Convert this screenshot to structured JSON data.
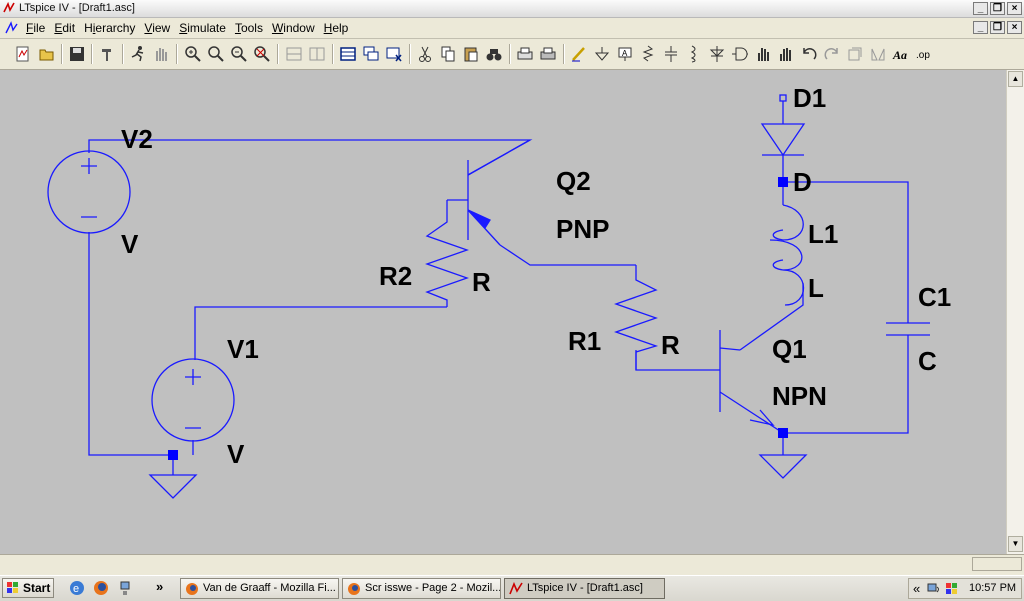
{
  "window": {
    "title": "LTspice IV - [Draft1.asc]"
  },
  "menu": {
    "items": [
      "File",
      "Edit",
      "Hierarchy",
      "View",
      "Simulate",
      "Tools",
      "Window",
      "Help"
    ],
    "underline": [
      "F",
      "E",
      "i",
      "V",
      "S",
      "T",
      "W",
      "H"
    ]
  },
  "schematic": {
    "labels": {
      "v2_name": "V2",
      "v2_value": "V",
      "v1_name": "V1",
      "v1_value": "V",
      "q2_name": "Q2",
      "q2_value": "PNP",
      "r2_name": "R2",
      "r2_value": "R",
      "r1_name": "R1",
      "r1_value": "R",
      "d1_name": "D1",
      "d1_value": "D",
      "l1_name": "L1",
      "l1_value": "L",
      "c1_name": "C1",
      "c1_value": "C",
      "q1_name": "Q1",
      "q1_value": "NPN"
    },
    "colors": {
      "wire": "#1a1aff",
      "node": "#0000ff",
      "background": "#c0c0c0"
    }
  },
  "taskbar": {
    "start": "Start",
    "tasks": [
      "Van de Graaff - Mozilla Fi...",
      "Scr isswe - Page 2 - Mozil...",
      "LTspice IV - [Draft1.asc]"
    ],
    "clock": "10:57 PM",
    "tray_chevron": "«"
  }
}
